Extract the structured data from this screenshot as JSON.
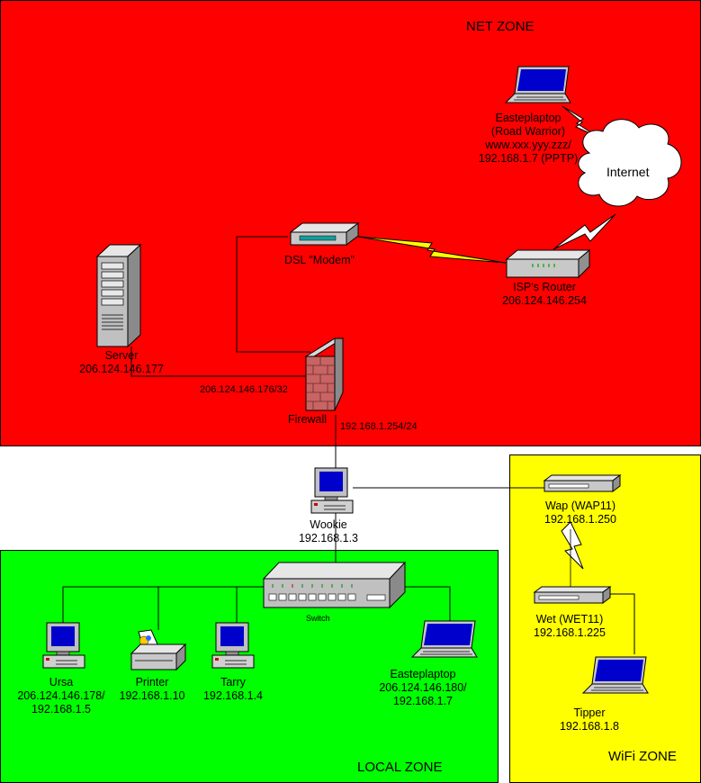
{
  "zones": {
    "net": {
      "label": "NET ZONE",
      "color": "#ff0000"
    },
    "local": {
      "label": "LOCAL ZONE",
      "color": "#00ff00"
    },
    "wifi": {
      "label": "WiFi ZONE",
      "color": "#ffff00"
    }
  },
  "cloud": {
    "label": "Internet"
  },
  "nodes": {
    "roadwarrior": [
      "Easteplaptop",
      "(Road Warrior)",
      "www.xxx.yyy.zzz/",
      "192.168.1.7 (PPTP)"
    ],
    "dslmodem": [
      "DSL \"Modem\""
    ],
    "isprouter": [
      "ISP's Router",
      "206.124.146.254"
    ],
    "server": [
      "Server",
      "206.124.146.177"
    ],
    "firewall": [
      "Firewall"
    ],
    "firewall_ext": [
      "206.124.146.176/32"
    ],
    "firewall_int": [
      "192.168.1.254/24"
    ],
    "wookie": [
      "Wookie",
      "192.168.1.3"
    ],
    "switch": [
      "Switch"
    ],
    "ursa": [
      "Ursa",
      "206.124.146.178/",
      "192.168.1.5"
    ],
    "printer": [
      "Printer",
      "192.168.1.10"
    ],
    "tarry": [
      "Tarry",
      "192.168.1.4"
    ],
    "easteplaptop": [
      "Easteplaptop",
      "206.124.146.180/",
      "192.168.1.7"
    ],
    "wap": [
      "Wap (WAP11)",
      "192.168.1.250"
    ],
    "wet": [
      "Wet (WET11)",
      "192.168.1.225"
    ],
    "tipper": [
      "Tipper",
      "192.168.1.8"
    ]
  },
  "icons": [
    "laptop-icon",
    "cloud-icon",
    "lightning-link-icon",
    "modem-icon",
    "router-icon",
    "server-tower-icon",
    "firewall-brick-icon",
    "workstation-icon",
    "hub-switch-icon",
    "printer-icon",
    "access-point-icon"
  ],
  "colors": {
    "line": "#000000",
    "lightning": "#ffff00",
    "laptop_screen": "#0000cc",
    "device_body": "#c0c0c0"
  }
}
